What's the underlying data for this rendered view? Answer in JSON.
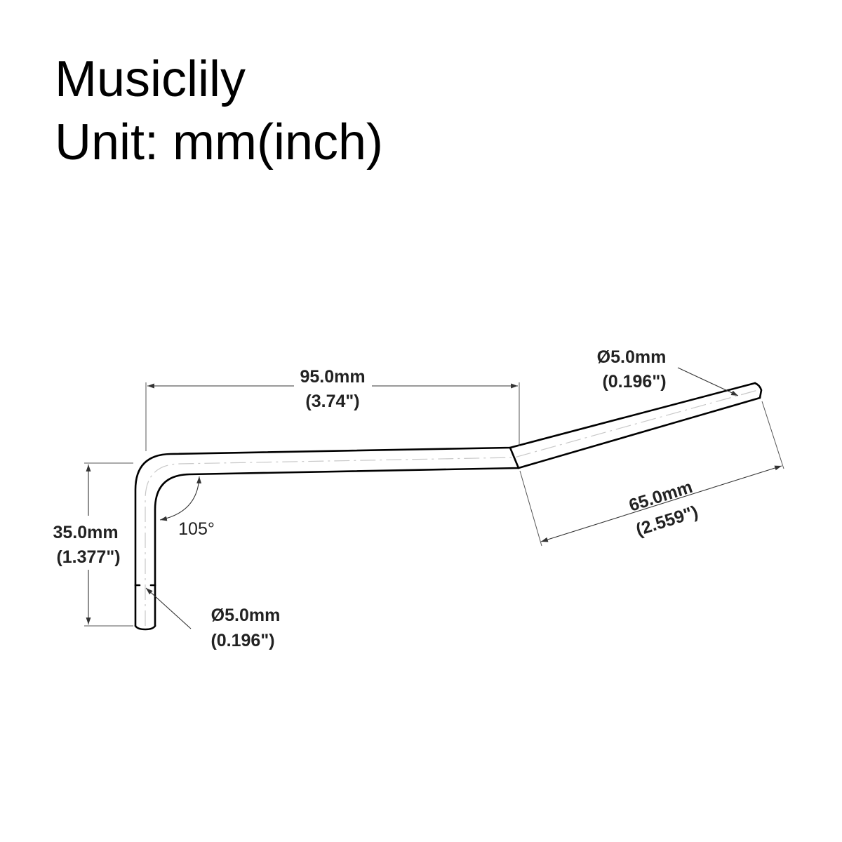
{
  "header": {
    "brand": "Musiclily",
    "unit_label": "Unit: mm(inch)"
  },
  "dimensions": {
    "top_length": {
      "mm": "95.0mm",
      "inch": "(3.74\")"
    },
    "arm_length": {
      "mm": "65.0mm",
      "inch": "(2.559\")"
    },
    "leg_length": {
      "mm": "35.0mm",
      "inch": "(1.377\")"
    },
    "tip_diameter": {
      "mm": "Ø5.0mm",
      "inch": "(0.196\")"
    },
    "leg_diameter": {
      "mm": "Ø5.0mm",
      "inch": "(0.196\")"
    },
    "bend_angle": "105°"
  }
}
